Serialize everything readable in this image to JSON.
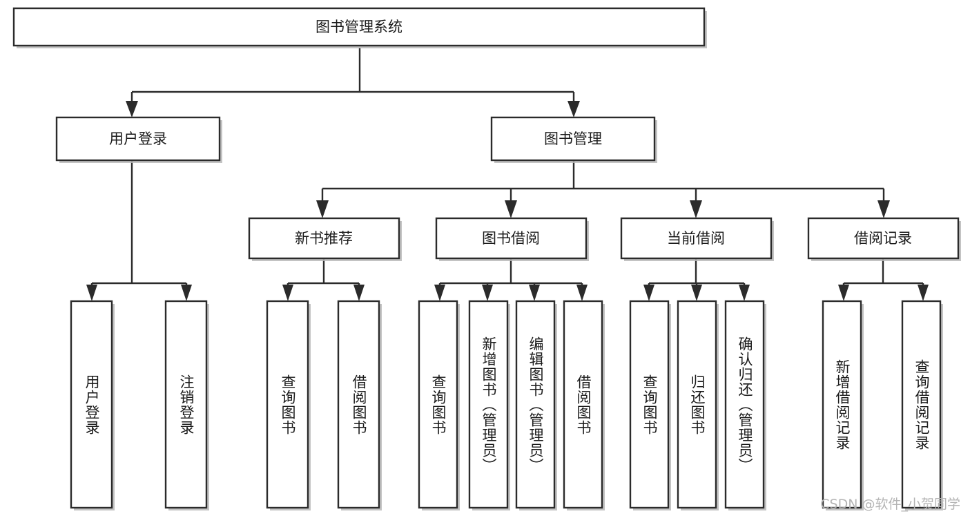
{
  "diagram": {
    "type": "tree-hierarchy",
    "orientation": "top-down",
    "root": {
      "id": "root",
      "label": "图书管理系统"
    },
    "level2": [
      {
        "id": "user-login",
        "label": "用户登录"
      },
      {
        "id": "book-management",
        "label": "图书管理"
      }
    ],
    "level3": [
      {
        "id": "new-book-recommend",
        "label": "新书推荐",
        "parent": "book-management"
      },
      {
        "id": "book-borrow",
        "label": "图书借阅",
        "parent": "book-management"
      },
      {
        "id": "current-borrow",
        "label": "当前借阅",
        "parent": "book-management"
      },
      {
        "id": "borrow-record",
        "label": "借阅记录",
        "parent": "book-management"
      }
    ],
    "leaves": {
      "user-login": [
        {
          "id": "leaf-user-login",
          "label": "用户登录"
        },
        {
          "id": "leaf-user-logout",
          "label": "注销登录"
        }
      ],
      "new-book-recommend": [
        {
          "id": "leaf-query-book-1",
          "label": "查询图书"
        },
        {
          "id": "leaf-borrow-book-1",
          "label": "借阅图书"
        }
      ],
      "book-borrow": [
        {
          "id": "leaf-query-book-2",
          "label": "查询图书"
        },
        {
          "id": "leaf-add-book",
          "label": "新增图书（管理员）"
        },
        {
          "id": "leaf-edit-book",
          "label": "编辑图书（管理员）"
        },
        {
          "id": "leaf-borrow-book-2",
          "label": "借阅图书"
        }
      ],
      "current-borrow": [
        {
          "id": "leaf-query-book-3",
          "label": "查询图书"
        },
        {
          "id": "leaf-return-book",
          "label": "归还图书"
        },
        {
          "id": "leaf-confirm-return",
          "label": "确认归还（管理员）"
        }
      ],
      "borrow-record": [
        {
          "id": "leaf-add-record",
          "label": "新增借阅记录"
        },
        {
          "id": "leaf-query-record",
          "label": "查询借阅记录"
        }
      ]
    }
  },
  "colors": {
    "box_fill": "#ffffff",
    "box_stroke": "#2b2b2b",
    "text": "#1b1b1b",
    "shadow": "#b9b9b9",
    "watermark": "#b4b4b4",
    "background": "#ffffff"
  },
  "watermark": {
    "text": "CSDN @软件_小贺同学"
  }
}
